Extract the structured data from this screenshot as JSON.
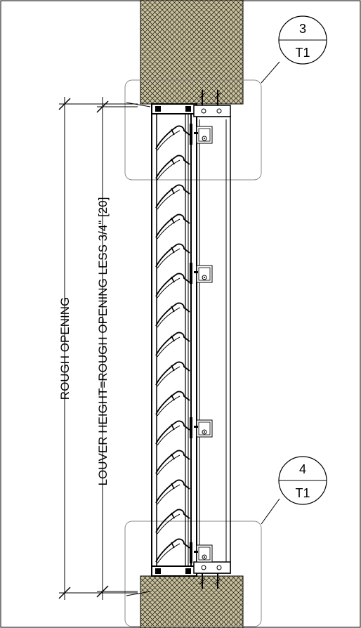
{
  "dimensions": {
    "rough_opening": "ROUGH OPENING",
    "louver_height": "LOUVER HEIGHT=ROUGH OPENING LESS 3/4\" [20]"
  },
  "detail_callouts": [
    {
      "number": "3",
      "sheet": "T1"
    },
    {
      "number": "4",
      "sheet": "T1"
    }
  ],
  "colors": {
    "wall_fill": "#c9c09a",
    "line": "#000000",
    "detail_box": "#888888"
  }
}
